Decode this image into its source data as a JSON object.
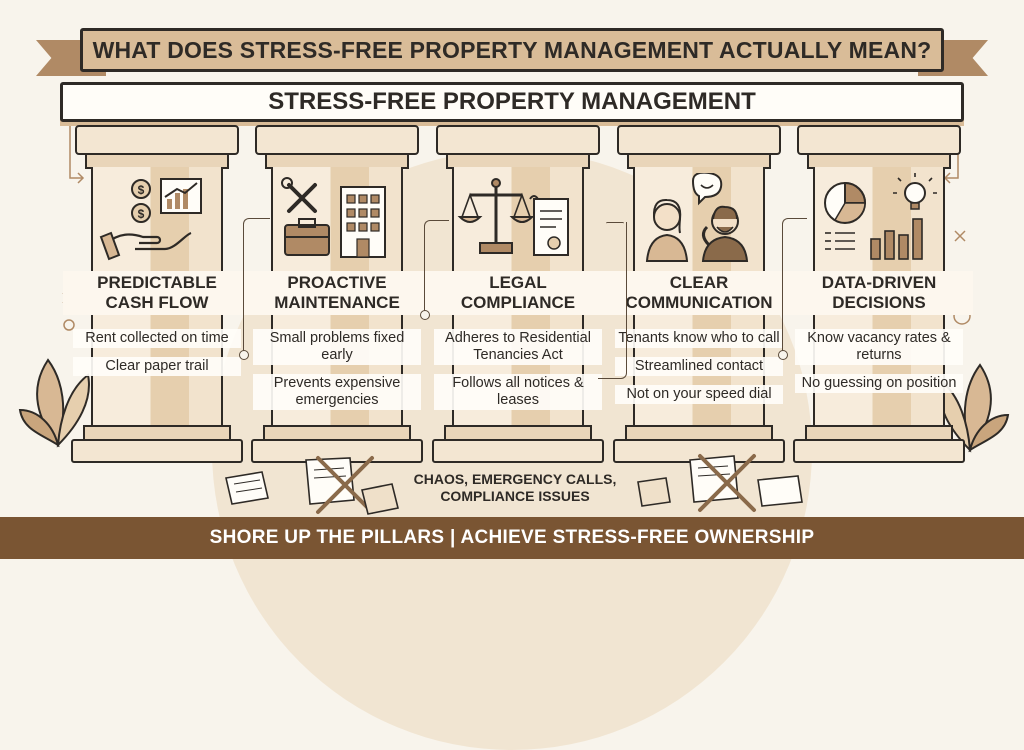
{
  "header": {
    "question": "WHAT DOES STRESS-FREE PROPERTY MANAGEMENT ACTUALLY MEAN?",
    "structure_title": "STRESS-FREE PROPERTY MANAGEMENT"
  },
  "pillars": [
    {
      "title_line1": "PREDICTABLE",
      "title_line2": "CASH FLOW",
      "bullets": [
        "Rent collected on time",
        "Clear paper trail"
      ],
      "icon": "money-hand-chart-icon"
    },
    {
      "title_line1": "PROACTIVE",
      "title_line2": "MAINTENANCE",
      "bullets": [
        "Small problems fixed early",
        "Prevents expensive emergencies"
      ],
      "icon": "tools-building-icon"
    },
    {
      "title_line1": "LEGAL",
      "title_line2": "COMPLIANCE",
      "bullets": [
        "Adheres to Residential Tenancies Act",
        "Follows all notices & leases"
      ],
      "icon": "scales-document-icon"
    },
    {
      "title_line1": "CLEAR",
      "title_line2": "COMMUNICATION",
      "bullets": [
        "Tenants know who to call",
        "Streamlined contact",
        "Not on your speed dial"
      ],
      "icon": "people-chat-icon"
    },
    {
      "title_line1": "DATA-DRIVEN",
      "title_line2": "DECISIONS",
      "bullets": [
        "Know vacancy rates & returns",
        "No guessing on position"
      ],
      "icon": "pie-bar-bulb-icon"
    }
  ],
  "chaos_text": "CHAOS, EMERGENCY CALLS, COMPLIANCE ISSUES",
  "footer": "SHORE UP THE PILLARS | ACHIEVE STRESS-FREE OWNERSHIP",
  "colors": {
    "background": "#f8f4ec",
    "accent_tan": "#d9bc98",
    "footer_brown": "#7a5533",
    "ink": "#2e2a26"
  }
}
